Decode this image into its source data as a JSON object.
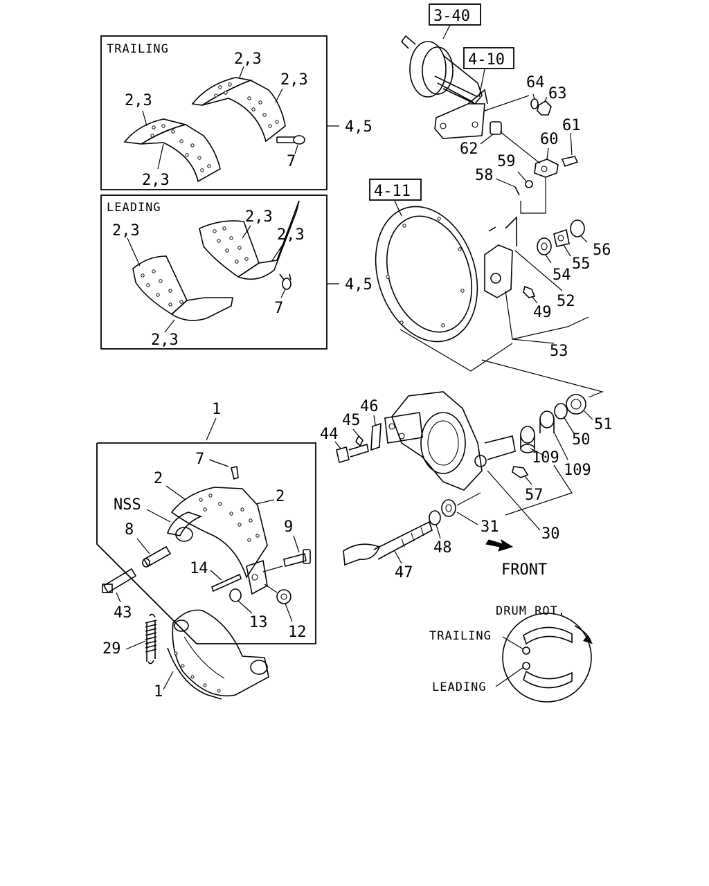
{
  "boxes": {
    "trailing_header": "TRAILING",
    "leading_header": "LEADING"
  },
  "refs": {
    "r340": "3-40",
    "r410": "4-10",
    "r411": "4-11"
  },
  "labels": {
    "t_23_a": "2,3",
    "t_23_b": "2,3",
    "t_23_c": "2,3",
    "t_23_d": "2,3",
    "t_7": "7",
    "t_45": "4,5",
    "l_23_a": "2,3",
    "l_23_b": "2,3",
    "l_23_c": "2,3",
    "l_23_d": "2,3",
    "l_7": "7",
    "l_45": "4,5",
    "p64": "64",
    "p63": "63",
    "p62": "62",
    "p61": "61",
    "p60": "60",
    "p59": "59",
    "p58": "58",
    "p56": "56",
    "p55": "55",
    "p54": "54",
    "p52": "52",
    "p49": "49",
    "p53": "53",
    "p1_top": "1",
    "p7": "7",
    "p2_a": "2",
    "p2_b": "2",
    "nss": "NSS",
    "p8": "8",
    "p9": "9",
    "p14": "14",
    "p13": "13",
    "p12": "12",
    "p43": "43",
    "p29": "29",
    "p1_bot": "1",
    "p46": "46",
    "p45": "45",
    "p44": "44",
    "p51": "51",
    "p50": "50",
    "p109_a": "109",
    "p109_b": "109",
    "p57": "57",
    "p31": "31",
    "p30": "30",
    "p48": "48",
    "p47": "47",
    "front": "FRONT",
    "drum_rot": "DRUM ROT.",
    "inset_trailing": "TRAILING",
    "inset_leading": "LEADING"
  }
}
